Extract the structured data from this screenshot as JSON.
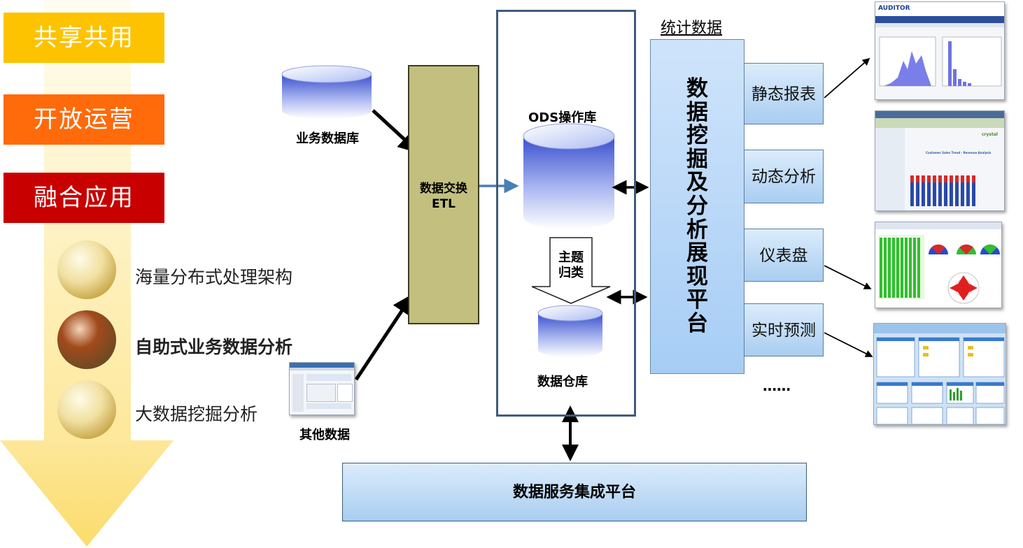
{
  "left_panel": {
    "pill_top": "共享共用",
    "pill_mid": "开放运营",
    "pill_bottom": "融合应用",
    "bullets": [
      "海量分布式处理架构",
      "自助式业务数据分析",
      "大数据挖掘分析"
    ]
  },
  "sources": {
    "biz_db": "业务数据库",
    "other_data": "其他数据"
  },
  "etl": {
    "line1": "数据交换",
    "line2": "ETL"
  },
  "ods": {
    "title": "ODS操作库",
    "classify_line1": "主题",
    "classify_line2": "归类",
    "warehouse": "数据仓库"
  },
  "stats_label": "统计数据",
  "platform": {
    "chars": [
      "数",
      "据",
      "挖",
      "掘",
      "及",
      "分",
      "析",
      "展",
      "现",
      "平",
      "台"
    ]
  },
  "outputs": [
    "静态报表",
    "动态分析",
    "仪表盘",
    "实时预测"
  ],
  "ellipsis": "……",
  "bottom_platform": "数据服务集成平台",
  "thumbnails": {
    "t1_brand": "AUDITOR",
    "t2_title": "Customer Sales Trend - Revenue Analysis",
    "t2_brand": "crystal"
  },
  "colors": {
    "pill_top": "#fdc300",
    "pill_mid": "#ff6a0a",
    "pill_bottom": "#c80000",
    "etl_fill": "#c3c07f",
    "platform_fill": "#b3d6f8",
    "arrow_blue": "#4a7fb5"
  }
}
